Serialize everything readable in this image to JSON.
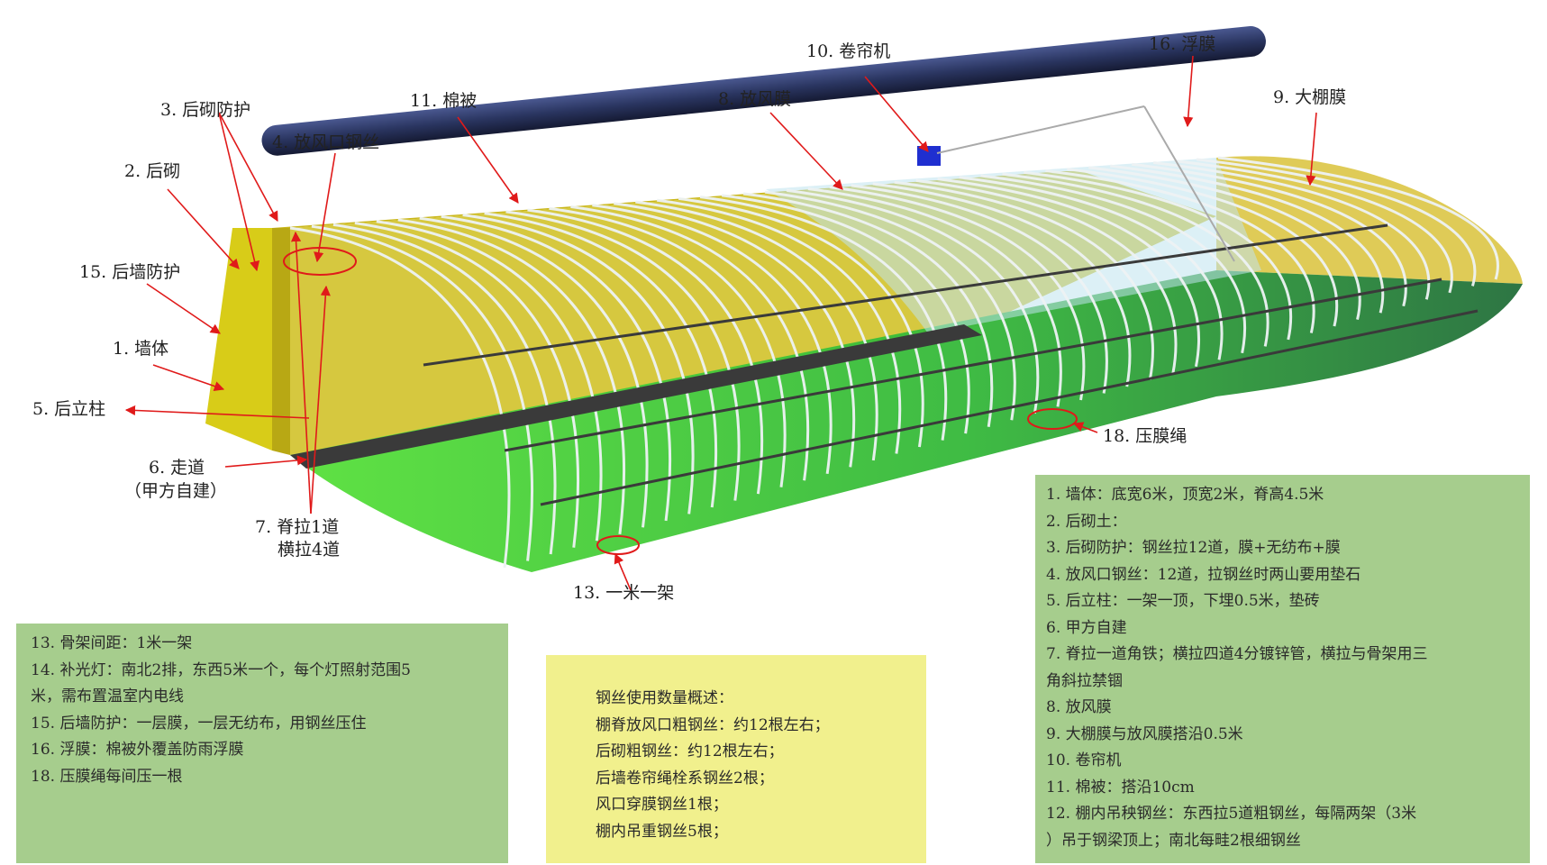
{
  "callouts": {
    "c1": "1. 墙体",
    "c2": "2. 后砌",
    "c3": "3. 后砌防护",
    "c4": "4. 放风口钢丝",
    "c5": "5. 后立柱",
    "c6a": "6. 走道",
    "c6b": "（甲方自建）",
    "c7a": "7. 脊拉1道",
    "c7b": "横拉4道",
    "c8": "8. 放风膜",
    "c9": "9. 大棚膜",
    "c10": "10. 卷帘机",
    "c11": "11. 棉被",
    "c13": "13. 一米一架",
    "c15": "15. 后墙防护",
    "c16": "16. 浮膜",
    "c18": "18. 压膜绳"
  },
  "notes_right": [
    "1. 墙体：底宽6米，顶宽2米，脊高4.5米",
    "2. 后砌土：",
    "3. 后砌防护：钢丝拉12道，膜+无纺布+膜",
    "4. 放风口钢丝：12道，拉钢丝时两山要用垫石",
    "5. 后立柱：一架一顶，下埋0.5米，垫砖",
    "6. 甲方自建",
    "7. 脊拉一道角铁；横拉四道4分镀锌管，横拉与骨架用三",
    "角斜拉禁锢",
    "8. 放风膜",
    "9. 大棚膜与放风膜搭沿0.5米",
    "10. 卷帘机",
    "11. 棉被：搭沿10cm",
    "12. 棚内吊秧钢丝：东西拉5道粗钢丝，每隔两架（3米",
    "）吊于钢梁顶上；南北每畦2根细钢丝"
  ],
  "notes_left": [
    "13. 骨架间距：1米一架",
    "14. 补光灯：南北2排，东西5米一个，每个灯照射范围5",
    "米，需布置温室内电线",
    "15. 后墙防护：一层膜，一层无纺布，用钢丝压住",
    "16. 浮膜：棉被外覆盖防雨浮膜",
    "18. 压膜绳每间压一根"
  ],
  "notes_mid": [
    "钢丝使用数量概述：",
    "棚脊放风口粗钢丝：约12根左右；",
    "后砌粗钢丝：约12根左右；",
    "后墙卷帘绳栓系钢丝2根；",
    "风口穿膜钢丝1根；",
    "棚内吊重钢丝5根；"
  ],
  "colors": {
    "wall": "#d6c417",
    "green_film": "#3fd43a",
    "dark_green": "#2d7d3a",
    "blanket": "#2a3560",
    "arrow": "#e01a1a",
    "steel": "#e8eef0"
  }
}
